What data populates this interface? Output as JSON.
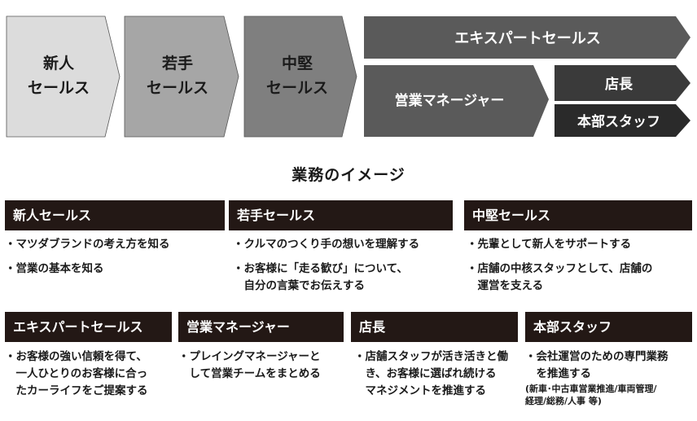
{
  "career_path": {
    "steps": [
      {
        "line1": "新人",
        "line2": "セールス"
      },
      {
        "line1": "若手",
        "line2": "セールス"
      },
      {
        "line1": "中堅",
        "line2": "セールス"
      }
    ],
    "branches": {
      "top": "エキスパートセールス",
      "middle": "営業マネージャー",
      "store_manager": "店長",
      "hq_staff": "本部スタッフ"
    },
    "colors": {
      "step1": "#dcdcdc",
      "step2": "#a6a6a6",
      "step3": "#7f7f7f",
      "expert": "#5a5a5a",
      "manager": "#5a5a5a",
      "store": "#3a3a3a",
      "hq": "#2a2a2a"
    }
  },
  "section_title": "業務のイメージ",
  "roles": [
    {
      "title": "新人セールス",
      "items": [
        {
          "text": "・マツダブランドの考え方を知る"
        },
        {
          "text": "・営業の基本を知る"
        }
      ]
    },
    {
      "title": "若手セールス",
      "items": [
        {
          "text": "・クルマのつくり手の想いを理解する"
        },
        {
          "text": "・お客様に「走る歓び」について、\n　自分の言葉でお伝えする"
        }
      ]
    },
    {
      "title": "中堅セールス",
      "items": [
        {
          "text": "・先輩として新人をサポートする"
        },
        {
          "text": "・店舗の中核スタッフとして、店舗の\n　運営を支える"
        }
      ]
    },
    {
      "title": "エキスパートセールス",
      "items": [
        {
          "text": "・お客様の強い信頼を得て、\n　一人ひとりのお客様に合っ\n　たカーライフをご提案する"
        }
      ]
    },
    {
      "title": "営業マネージャー",
      "items": [
        {
          "text": "・プレイングマネージャーと\n　して営業チームをまとめる"
        }
      ]
    },
    {
      "title": "店長",
      "items": [
        {
          "text": "・店舗スタッフが活き活きと働\n　き、お客様に選ばれ続ける\n　マネジメントを推進する"
        }
      ]
    },
    {
      "title": "本部スタッフ",
      "items": [
        {
          "text": "・会社運営のための専門業務\n　を推進する",
          "sub": "(新車･中古車営業推進/車両管理/\n経理/総務/人事 等)"
        }
      ]
    }
  ]
}
